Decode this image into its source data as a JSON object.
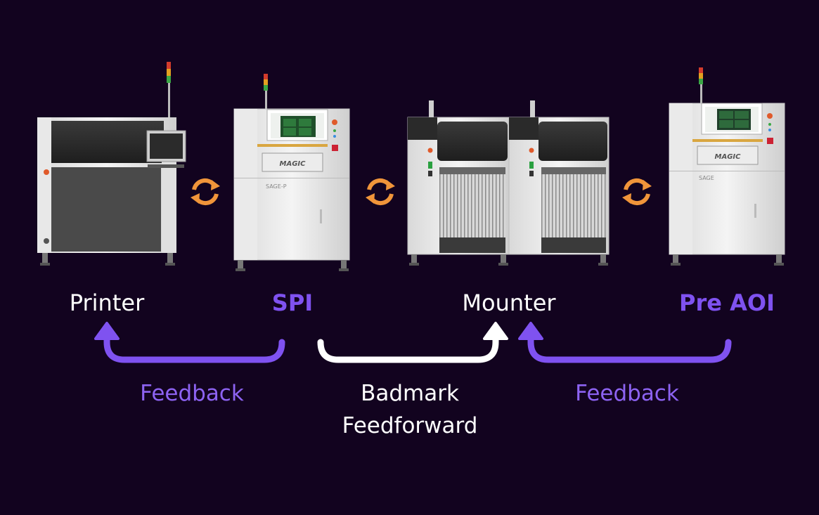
{
  "machines": [
    {
      "label": "Printer",
      "color": "#ffffff"
    },
    {
      "label": "SPI",
      "color": "#7f52f0"
    },
    {
      "label": "Mounter",
      "color": "#ffffff"
    },
    {
      "label": "Pre AOI",
      "color": "#7f52f0"
    }
  ],
  "machine_text": {
    "spi_brand": "MAGIC",
    "spi_model": "SAGE-P",
    "aoi_brand": "MAGIC",
    "aoi_model": "SAGE"
  },
  "flows": [
    {
      "label": "Feedback",
      "color": "#8d63f2"
    },
    {
      "label_line1": "Badmark",
      "label_line2": "Feedforward",
      "color": "#ffffff"
    },
    {
      "label": "Feedback",
      "color": "#8d63f2"
    }
  ],
  "icons": [
    "sync-icon",
    "sync-icon",
    "sync-icon"
  ],
  "colors": {
    "background": "#12031f",
    "accent_purple": "#7f52f0",
    "sync_orange": "#f0953a"
  }
}
